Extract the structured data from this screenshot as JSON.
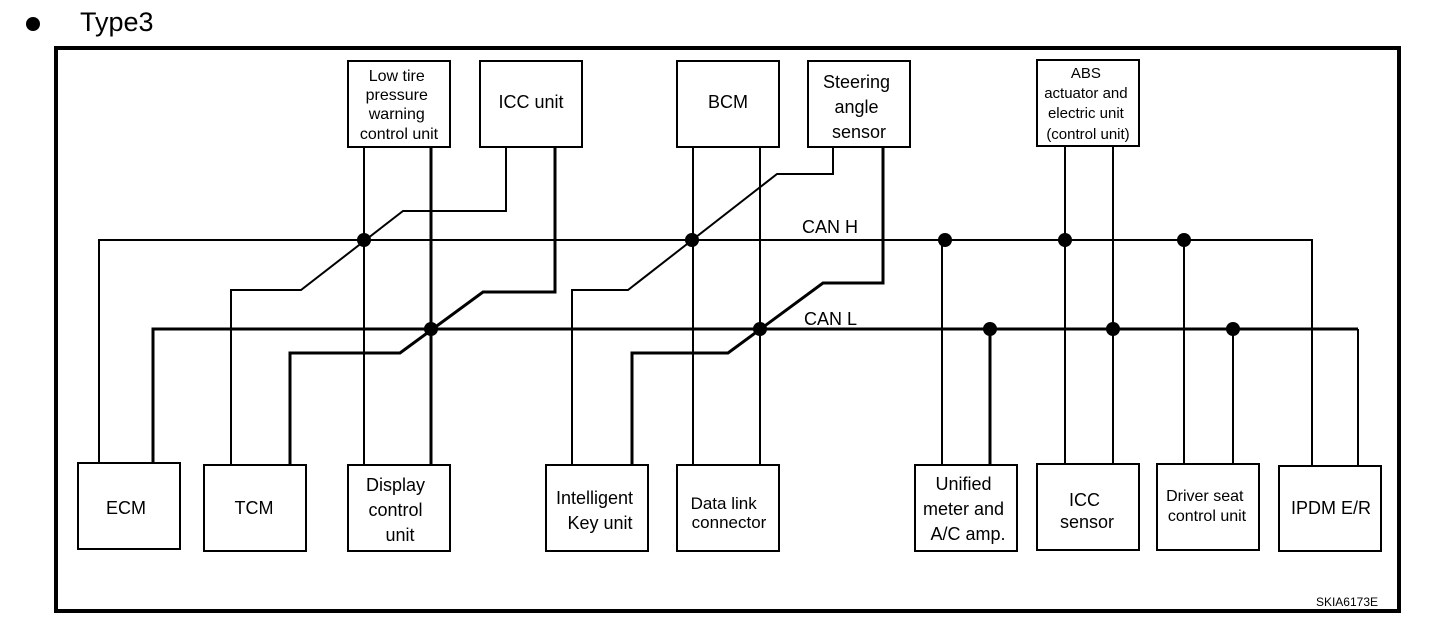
{
  "title": "Type3",
  "figure_code": "SKIA6173E",
  "buses": {
    "can_h": "CAN H",
    "can_l": "CAN L"
  },
  "top_units": [
    {
      "id": "low-tire",
      "lines": [
        "Low tire",
        "pressure",
        "warning",
        "control unit"
      ]
    },
    {
      "id": "icc-unit",
      "lines": [
        "ICC unit"
      ]
    },
    {
      "id": "bcm",
      "lines": [
        "BCM"
      ]
    },
    {
      "id": "steering",
      "lines": [
        "Steering",
        "angle",
        "sensor"
      ]
    },
    {
      "id": "abs",
      "lines": [
        "ABS",
        "actuator and",
        "electric unit",
        "(control unit)"
      ]
    }
  ],
  "bottom_units": [
    {
      "id": "ecm",
      "lines": [
        "ECM"
      ]
    },
    {
      "id": "tcm",
      "lines": [
        "TCM"
      ]
    },
    {
      "id": "display",
      "lines": [
        "Display",
        "control",
        "unit"
      ]
    },
    {
      "id": "ikey",
      "lines": [
        "Intelligent",
        "Key unit"
      ]
    },
    {
      "id": "dlc",
      "lines": [
        "Data link",
        "connector"
      ]
    },
    {
      "id": "meter",
      "lines": [
        "Unified",
        "meter and",
        "A/C amp."
      ]
    },
    {
      "id": "icc-sensor",
      "lines": [
        "ICC",
        "sensor"
      ]
    },
    {
      "id": "seat",
      "lines": [
        "Driver seat",
        "control unit"
      ]
    },
    {
      "id": "ipdm",
      "lines": [
        "IPDM E/R"
      ]
    }
  ]
}
